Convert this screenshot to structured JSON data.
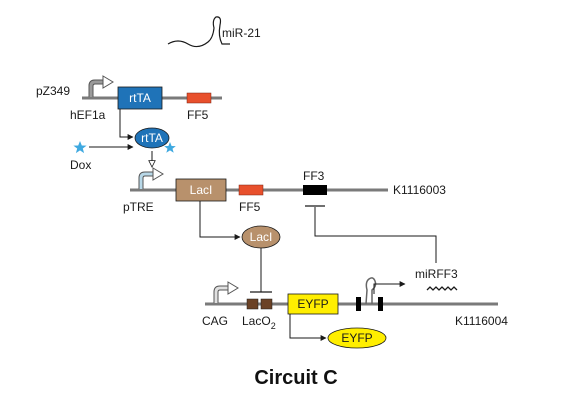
{
  "title": "Circuit C",
  "labels": {
    "mir21": "miR-21",
    "pz349": "pZ349",
    "hef1a": "hEF1a",
    "ff5_top": "FF5",
    "dox": "Dox",
    "ptre": "pTRE",
    "ff5_mid": "FF5",
    "ff3": "FF3",
    "k1116003": "K1116003",
    "mirff3": "miRFF3",
    "cag": "CAG",
    "laco_main": "LacO",
    "laco_sub": "2",
    "k1116004": "K1116004"
  },
  "boxes": {
    "rtta_gene": "rtTA",
    "rtta_protein": "rtTA",
    "laci_gene": "LacI",
    "laci_protein": "LacI",
    "eyfp_gene": "EYFP",
    "eyfp_protein": "EYFP"
  },
  "colors": {
    "rtta": "#1f73b8",
    "laci": "#b8916c",
    "eyfp": "#ffee00",
    "ff5": "#e8502c",
    "ff3": "#000000",
    "laco": "#6b4226",
    "backbone": "#7a7a7a",
    "dox_star": "#3fa9e0"
  }
}
